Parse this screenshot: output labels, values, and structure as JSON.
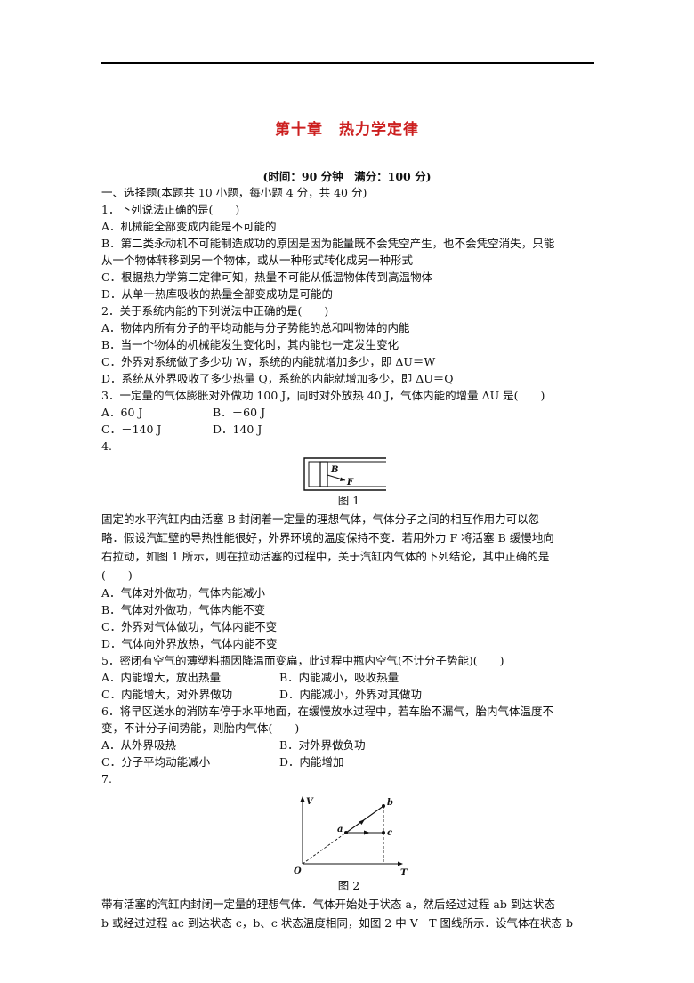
{
  "header": {
    "title": "第十章　热力学定律",
    "subtitle": "(时间：90 分钟　满分：100 分)"
  },
  "lines": {
    "l00": "一、选择题(本题共 10 小题，每小题 4 分，共 40 分)",
    "l01": "1．下列说法正确的是(　　)",
    "l02": "A．机械能全部变成内能是不可能的",
    "l03": "B．第二类永动机不可能制造成功的原因是因为能量既不会凭空产生，也不会凭空消失，只能",
    "l04": "从一个物体转移到另一个物体，或从一种形式转化成另一种形式",
    "l05": "C．根据热力学第二定律可知，热量不可能从低温物体传到高温物体",
    "l06": "D．从单一热库吸收的热量全部变成功是可能的",
    "l07": "2．关于系统内能的下列说法中正确的是(　　)",
    "l08": "A．物体内所有分子的平均动能与分子势能的总和叫物体的内能",
    "l09": "B．当一个物体的机械能发生变化时，其内能也一定发生变化",
    "l10": "C．外界对系统做了多少功 W，系统的内能就增加多少，即 ΔU＝W",
    "l11": "D．系统从外界吸收了多少热量 Q，系统的内能就增加多少，即 ΔU＝Q",
    "l12": "3．一定量的气体膨胀对外做功 100 J，同时对外放热 40 J，气体内能的增量 ΔU 是(　　)",
    "l13a": "A．60 J",
    "l13b": "B．－60 J",
    "l14a": "C．－140 J",
    "l14b": "D．140 J",
    "l15": "4.",
    "fig1_cap": "图 1",
    "l16": "固定的水平汽缸内由活塞 B 封闭着一定量的理想气体，气体分子之间的相互作用力可以忽",
    "l17": "略．假设汽缸壁的导热性能很好，外界环境的温度保持不变．若用外力 F 将活塞 B 缓慢地向",
    "l18": "右拉动，如图 1 所示，则在拉动活塞的过程中，关于汽缸内气体的下列结论，其中正确的是",
    "l19": "(　　)",
    "l20": "A．气体对外做功，气体内能减小",
    "l21": "B．气体对外做功，气体内能不变",
    "l22": "C．外界对气体做功，气体内能不变",
    "l23": "D．气体向外界放热，气体内能不变",
    "l24": "5．密闭有空气的薄塑料瓶因降温而变扁，此过程中瓶内空气(不计分子势能)(　　)",
    "l25a": "A．内能增大，放出热量",
    "l25b": "B．内能减小，吸收热量",
    "l26a": "C．内能增大，对外界做功",
    "l26b": "D．内能减小，外界对其做功",
    "l27": "6．将早区送水的消防车停于水平地面，在缓慢放水过程中，若车胎不漏气，胎内气体温度不",
    "l28": "变，不计分子间势能，则胎内气体(　　)",
    "l29a": "A．从外界吸热",
    "l29b": "B．对外界做负功",
    "l30a": "C．分子平均动能减小",
    "l30b": "D．内能增加",
    "l31": "7.",
    "fig2_cap": "图 2",
    "l32": "带有活塞的汽缸内封闭一定量的理想气体．气体开始处于状态 a，然后经过过程 ab 到达状态",
    "l33": "b 或经过过程 ac 到达状态 c，b、c 状态温度相同，如图 2 中 V－T 图线所示．设气体在状态 b"
  },
  "fig1": {
    "labels": {
      "piston": "B",
      "force": "F"
    }
  },
  "fig2": {
    "labels": {
      "v_axis": "V",
      "t_axis": "T",
      "origin": "O",
      "a": "a",
      "b": "b",
      "c": "c"
    }
  }
}
